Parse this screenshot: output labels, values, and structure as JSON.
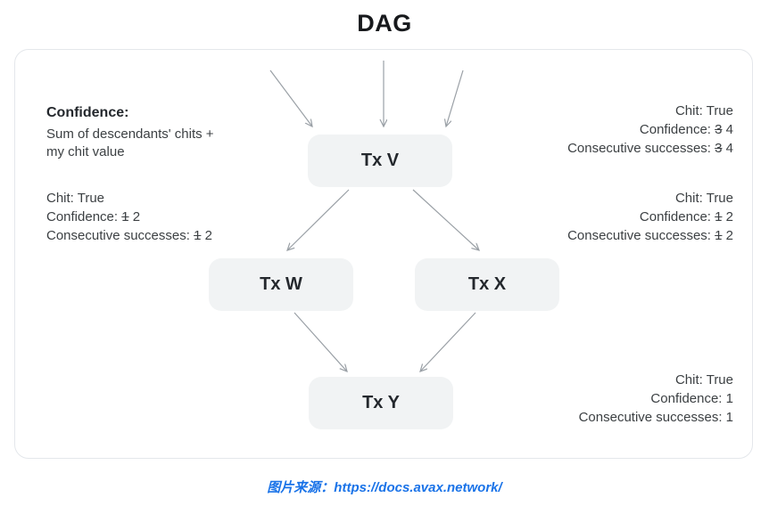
{
  "title": "DAG",
  "caption": "图片来源：https://docs.avax.network/",
  "definition": {
    "heading": "Confidence:",
    "line1": "Sum of descendants' chits +",
    "line2": "my chit value"
  },
  "nodes": {
    "v": "Tx V",
    "w": "Tx W",
    "x": "Tx X",
    "y": "Tx Y"
  },
  "edges": [
    {
      "from": "above",
      "to": "Tx V"
    },
    {
      "from": "above",
      "to": "Tx V"
    },
    {
      "from": "above",
      "to": "Tx V"
    },
    {
      "from": "Tx V",
      "to": "Tx W"
    },
    {
      "from": "Tx V",
      "to": "Tx X"
    },
    {
      "from": "Tx W",
      "to": "Tx Y"
    },
    {
      "from": "Tx X",
      "to": "Tx Y"
    }
  ],
  "stats": {
    "left_w": {
      "chit": "Chit: True",
      "confidence_label": "Confidence:",
      "confidence_old": "1",
      "confidence_new": "2",
      "successes_label": "Consecutive successes:",
      "successes_old": "1",
      "successes_new": "2"
    },
    "right_v": {
      "chit": "Chit: True",
      "confidence_label": "Confidence:",
      "confidence_old": "3",
      "confidence_new": "4",
      "successes_label": "Consecutive successes:",
      "successes_old": "3",
      "successes_new": "4"
    },
    "right_x": {
      "chit": "Chit: True",
      "confidence_label": "Confidence:",
      "confidence_old": "1",
      "confidence_new": "2",
      "successes_label": "Consecutive successes:",
      "successes_old": "1",
      "successes_new": "2"
    },
    "right_y": {
      "chit": "Chit: True",
      "confidence_label": "Confidence:",
      "confidence_old": "",
      "confidence_new": "1",
      "successes_label": "Consecutive successes:",
      "successes_old": "",
      "successes_new": "1"
    }
  },
  "colors": {
    "node_bg": "#f1f3f4",
    "arrow": "#9aa0a6",
    "caption": "#1a73e8",
    "text": "#3c4043",
    "card_border": "#e4e7eb"
  }
}
